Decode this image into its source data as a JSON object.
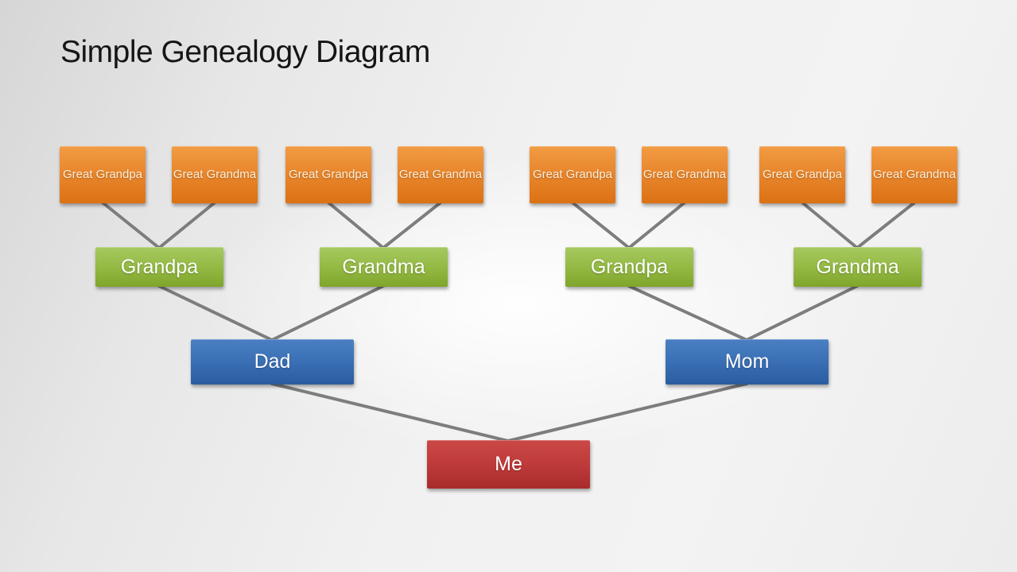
{
  "slide": {
    "title": "Simple Genealogy Diagram"
  },
  "diagram": {
    "type": "family-tree",
    "connector_color": "#7D7D7D",
    "levels": {
      "great_grandparents": {
        "color": "#E8852B",
        "text_color": "#FBEFDC",
        "items": [
          {
            "label": "Great Grandpa"
          },
          {
            "label": "Great Grandma"
          },
          {
            "label": "Great Grandpa"
          },
          {
            "label": "Great Grandma"
          },
          {
            "label": "Great Grandpa"
          },
          {
            "label": "Great Grandma"
          },
          {
            "label": "Great Grandpa"
          },
          {
            "label": "Great Grandma"
          }
        ]
      },
      "grandparents": {
        "color": "#94BA44",
        "text_color": "#FFFFFF",
        "items": [
          {
            "label": "Grandpa"
          },
          {
            "label": "Grandma"
          },
          {
            "label": "Grandpa"
          },
          {
            "label": "Grandma"
          }
        ]
      },
      "parents": {
        "color": "#3A6FB5",
        "text_color": "#FFFFFF",
        "items": [
          {
            "label": "Dad"
          },
          {
            "label": "Mom"
          }
        ]
      },
      "self": {
        "color": "#BE3B3A",
        "text_color": "#FFFFFF",
        "items": [
          {
            "label": "Me"
          }
        ]
      }
    }
  }
}
